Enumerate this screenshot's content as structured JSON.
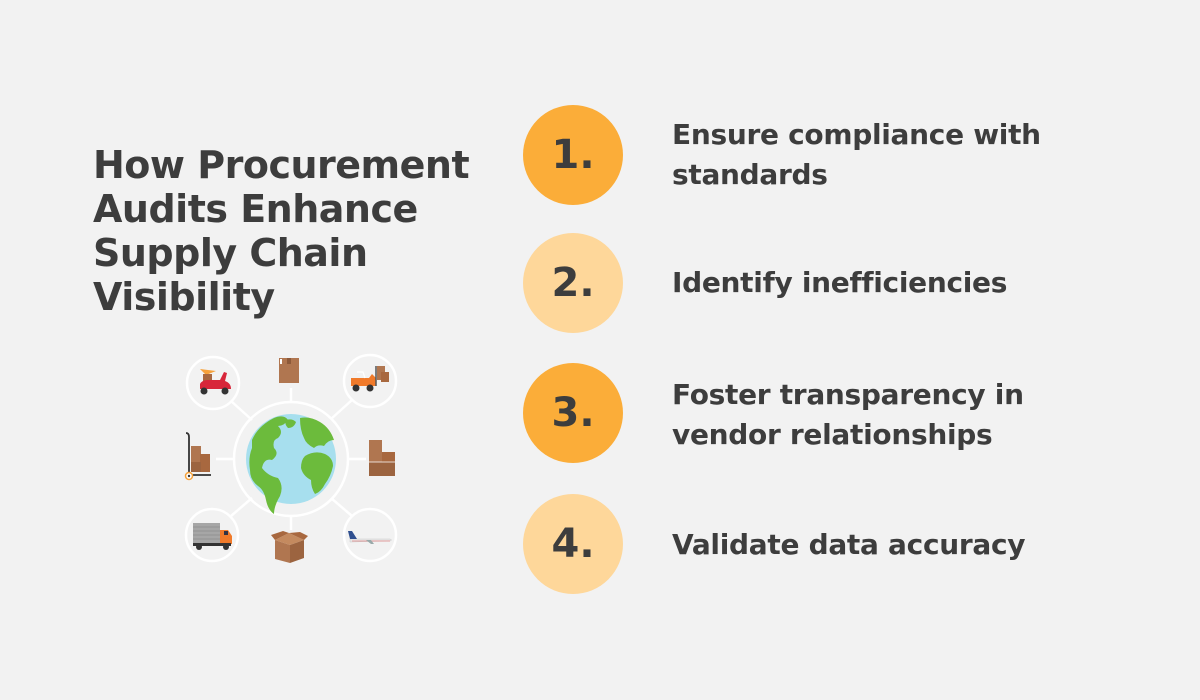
{
  "title": "How Procurement Audits Enhance Supply Chain Visibility",
  "colors": {
    "background": "#f2f2f2",
    "text": "#3d3d3d",
    "accent_dark": "#fbad39",
    "accent_light": "#fed79a",
    "globe_ocean": "#a7dfee",
    "globe_land": "#6cbb3c",
    "box_brown": "#b07650"
  },
  "diagram": {
    "center_icon": "globe-icon",
    "satellite_icons": [
      "delivery-scooter-icon",
      "cardboard-box-icon",
      "forklift-icon",
      "hand-truck-icon",
      "stacked-boxes-icon",
      "delivery-truck-icon",
      "open-box-icon",
      "airplane-icon"
    ]
  },
  "steps": [
    {
      "number": "1.",
      "text": "Ensure compliance with standards",
      "color": "#fbad39"
    },
    {
      "number": "2.",
      "text": "Identify inefficiencies",
      "color": "#fed79a"
    },
    {
      "number": "3.",
      "text": "Foster transparency in vendor relationships",
      "color": "#fbad39"
    },
    {
      "number": "4.",
      "text": "Validate data accuracy",
      "color": "#fed79a"
    }
  ]
}
